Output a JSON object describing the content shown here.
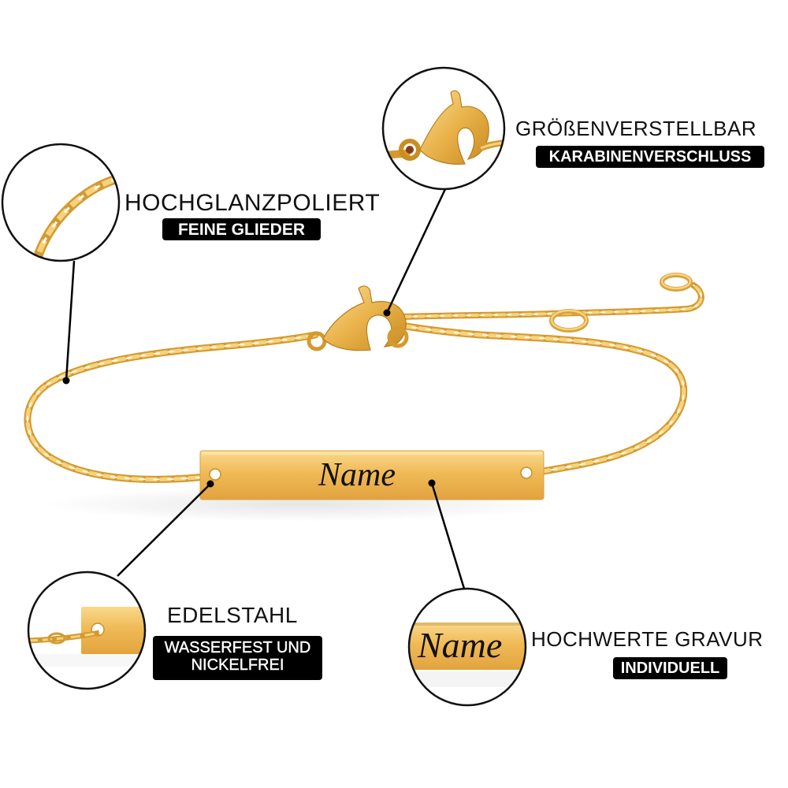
{
  "product": {
    "type": "personalized bar bracelet",
    "engraving_text": "Name",
    "colors": {
      "gold_light": "#F7D27A",
      "gold_mid": "#E8B44A",
      "gold_dark": "#C98E22",
      "plate": "#F0BC5A",
      "outline": "#000000",
      "badge_bg": "#000000",
      "badge_text": "#FFFFFF"
    }
  },
  "callouts": [
    {
      "id": "links",
      "zoom_subject": "chain links",
      "title": "HOCHGLANZPOLIERT",
      "badge": "FEINE GLIEDER"
    },
    {
      "id": "clasp",
      "zoom_subject": "lobster clasp",
      "title": "GRÖßENVERSTELLBAR",
      "badge": "KARABINENVERSCHLUSS"
    },
    {
      "id": "material",
      "zoom_subject": "plate end with chain",
      "title": "EDELSTAHL",
      "badge_line1": "WASSERFEST UND",
      "badge_line2": "NICKELFREI"
    },
    {
      "id": "engraving",
      "zoom_subject": "engraved name",
      "title": "HOCHWERTE GRAVUR",
      "badge": "INDIVIDUELL",
      "zoom_text": "Name"
    }
  ]
}
